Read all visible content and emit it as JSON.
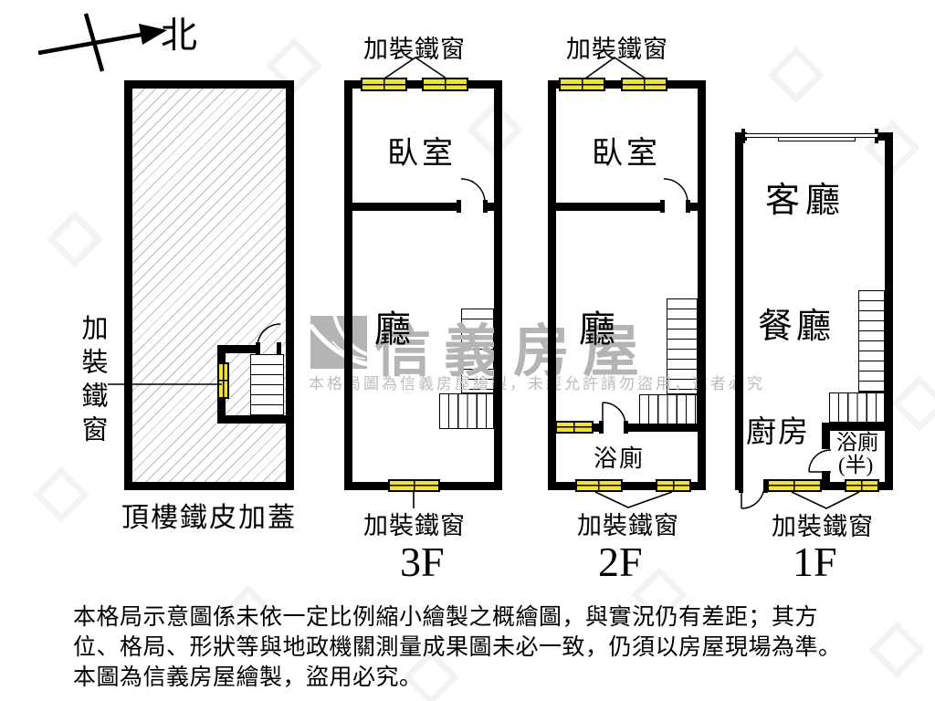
{
  "compass": {
    "north": "北"
  },
  "labels": {
    "iron_window": "加裝鐵窗",
    "bedroom": "臥室",
    "hall": "廳",
    "living_room": "客廳",
    "dining_room": "餐廳",
    "kitchen": "廚房",
    "bathroom": "浴廁",
    "bathroom_half_line1": "浴廁",
    "bathroom_half_line2": "(半)",
    "rooftop_caption": "頂樓鐵皮加蓋"
  },
  "floors": {
    "f3": "3F",
    "f2": "2F",
    "f1": "1F"
  },
  "watermark": {
    "brand": "信義房屋",
    "notice": "本格局圖為信義房屋繪製，未經允許請勿盜用，違者必究"
  },
  "disclaimer": {
    "line1": "本格局示意圖係未依一定比例縮小繪製之概繪圖，與實況仍有差距；其方",
    "line2": "位、格局、形狀等與地政機關測量成果圖未必一致，仍須以房屋現場為準。",
    "line3": "本圖為信義房屋繪製，盜用必究。"
  },
  "colors": {
    "wall": "#000000",
    "window_yellow": "#efe139",
    "watermark_gray": "#b4b4b4",
    "hatch_gray": "#b9b9b9"
  }
}
